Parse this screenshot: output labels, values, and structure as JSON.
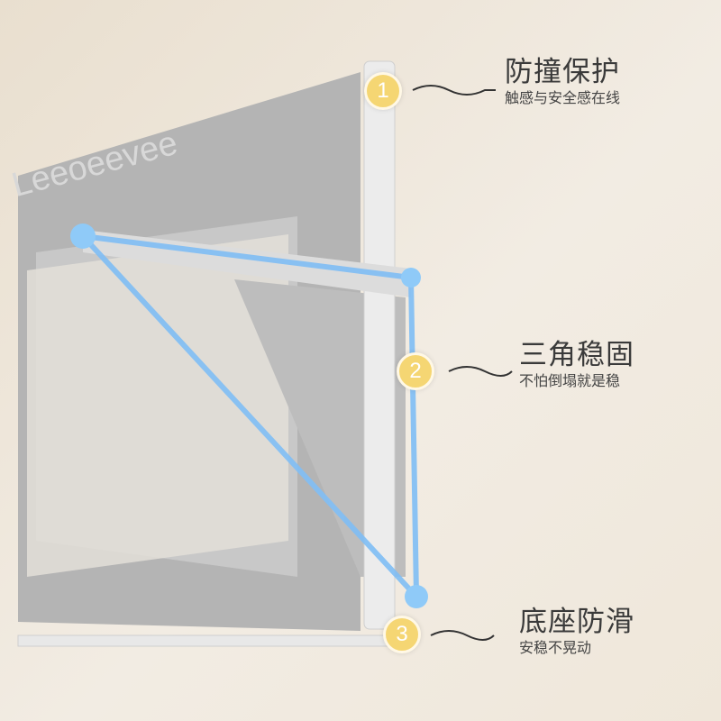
{
  "brand": "Leeoeevee",
  "features": [
    {
      "number": "1",
      "title": "防撞保护",
      "subtitle": "触感与安全感在线"
    },
    {
      "number": "2",
      "title": "三角稳固",
      "subtitle": "不怕倒塌就是稳"
    },
    {
      "number": "3",
      "title": "底座防滑",
      "subtitle": "安稳不晃动"
    }
  ],
  "colors": {
    "badge": "#f5d673",
    "triangle": "#7fbef5",
    "panel": "#a9a9a9"
  }
}
